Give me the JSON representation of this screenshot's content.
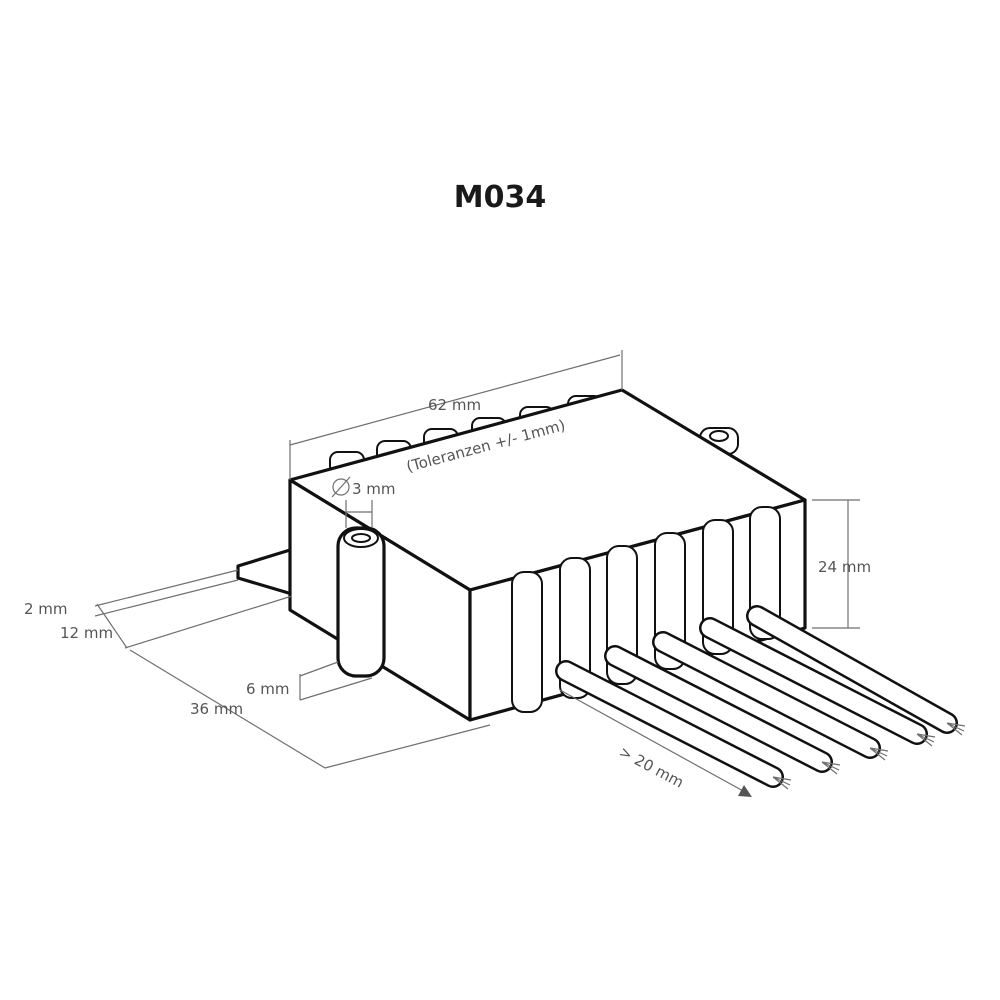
{
  "title": "M034",
  "dimensions": {
    "length": "62 mm",
    "tolerance": "(Toleranzen +/- 1mm)",
    "hole": "3 mm",
    "height": "24 mm",
    "flange_thickness": "2 mm",
    "flange_width": "12 mm",
    "mount_offset": "6 mm",
    "depth": "36 mm",
    "wire_length": "> 20 mm"
  },
  "colors": {
    "outline": "#111111",
    "dimension": "#6f6f6f",
    "text": "#555555"
  }
}
